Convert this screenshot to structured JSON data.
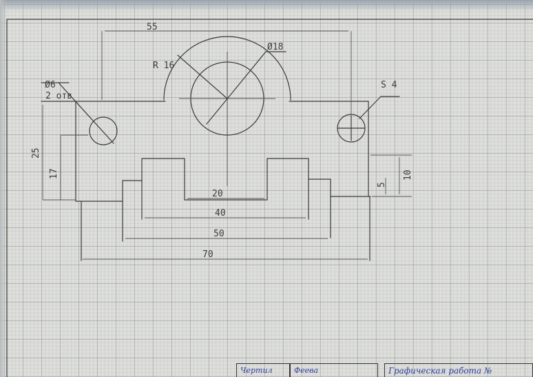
{
  "dimensions": {
    "width_55": "55",
    "radius_16": "R 16",
    "diameter_18": "Ø18",
    "diameter_6": "Ø6",
    "two_holes": "2 отв",
    "s4": "S 4",
    "height_25": "25",
    "height_17": "17",
    "height_10": "10",
    "height_5": "5",
    "width_20": "20",
    "width_40": "40",
    "width_50": "50",
    "width_70": "70"
  },
  "title_block": {
    "drew_label": "Чертил",
    "author": "Феева",
    "work_title": "Графическая работа №"
  },
  "colors": {
    "ink": "#3a3a3a",
    "title_ink": "#2f3e9e"
  }
}
